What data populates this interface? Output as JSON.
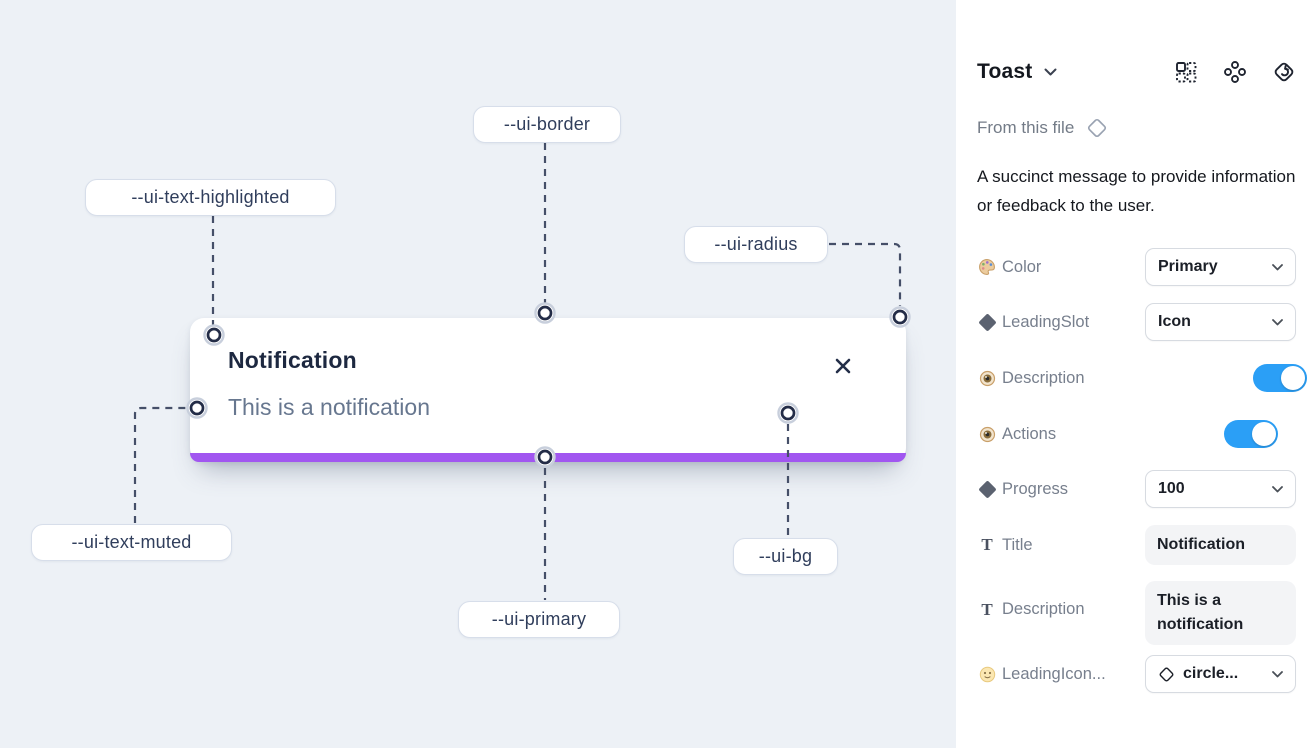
{
  "canvas": {
    "toast": {
      "title": "Notification",
      "description": "This is a notification"
    },
    "labels": [
      {
        "id": "ui-border",
        "text": "--ui-border"
      },
      {
        "id": "ui-text-highlighted",
        "text": "--ui-text-highlighted"
      },
      {
        "id": "ui-radius",
        "text": "--ui-radius"
      },
      {
        "id": "ui-text-muted",
        "text": "--ui-text-muted"
      },
      {
        "id": "ui-primary",
        "text": "--ui-primary"
      },
      {
        "id": "ui-bg",
        "text": "--ui-bg"
      }
    ]
  },
  "panel": {
    "title": "Toast",
    "source": "From this file",
    "description": "A succinct message to provide information or feedback to the user.",
    "header_icons": [
      "instance-grid-icon",
      "component-icon",
      "swap-instance-icon"
    ],
    "properties": [
      {
        "label": "Color",
        "icon": "palette-icon",
        "control": "select",
        "value": "Primary"
      },
      {
        "label": "LeadingSlot",
        "icon": "diamond-icon",
        "control": "select",
        "value": "Icon"
      },
      {
        "label": "Description",
        "icon": "eye-icon",
        "control": "toggle",
        "value": "on"
      },
      {
        "label": "Actions",
        "icon": "eye-icon",
        "control": "toggle",
        "value": "on"
      },
      {
        "label": "Progress",
        "icon": "diamond-icon",
        "control": "select",
        "value": "100"
      },
      {
        "label": "Title",
        "icon": "text-icon",
        "control": "field",
        "value": "Notification"
      },
      {
        "label": "Description",
        "icon": "text-icon",
        "control": "field",
        "value": "This is a notification"
      },
      {
        "label": "LeadingIcon...",
        "icon": "smiley-icon",
        "control": "select",
        "value": "circle..."
      }
    ]
  },
  "colors": {
    "canvas_bg": "#edf1f6",
    "primary_bar": "#a156f0",
    "toggle_on": "#2b9ff6",
    "title_text": "#1d2840",
    "muted_text": "#67778f",
    "connector": "#454f68"
  }
}
